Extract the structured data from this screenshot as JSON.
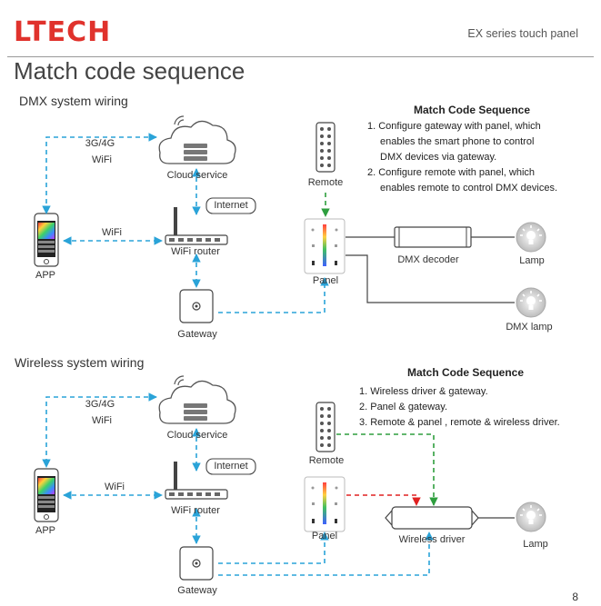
{
  "header": {
    "brand": "LTECH",
    "series": "EX series touch panel",
    "page_title": "Match code sequence"
  },
  "dmx": {
    "section_title": "DMX system wiring",
    "labels": {
      "net": "3G/4G",
      "wifi_top": "WiFi",
      "wifi_mid": "WiFi",
      "cloud": "Cloud service",
      "internet": "Internet",
      "router": "WiFi router",
      "app": "APP",
      "gateway": "Gateway",
      "remote": "Remote",
      "panel": "Panel",
      "decoder": "DMX decoder",
      "lamp": "Lamp",
      "dmx_lamp": "DMX lamp"
    },
    "match": {
      "title": "Match Code Sequence",
      "steps": [
        "1. Configure gateway with panel, which",
        "enables the smart phone to control",
        "DMX devices via gateway.",
        "2. Configure remote with panel, which",
        "enables remote to control DMX devices."
      ]
    }
  },
  "wireless": {
    "section_title": "Wireless system wiring",
    "labels": {
      "net": "3G/4G",
      "wifi_top": "WiFi",
      "wifi_mid": "WiFi",
      "cloud": "Cloud service",
      "internet": "Internet",
      "router": "WiFi router",
      "app": "APP",
      "gateway": "Gateway",
      "remote": "Remote",
      "panel": "Panel",
      "driver": "Wireless driver",
      "lamp": "Lamp"
    },
    "match": {
      "title": "Match Code Sequence",
      "steps": [
        "1. Wireless driver & gateway.",
        "2. Panel & gateway.",
        "3. Remote & panel , remote & wireless driver."
      ]
    }
  },
  "colors": {
    "brand": "#e0322c",
    "link_blue": "#2aa3d8",
    "link_green": "#2e9e3e",
    "link_red": "#e02020",
    "wire": "#444444"
  },
  "page_number": "8"
}
